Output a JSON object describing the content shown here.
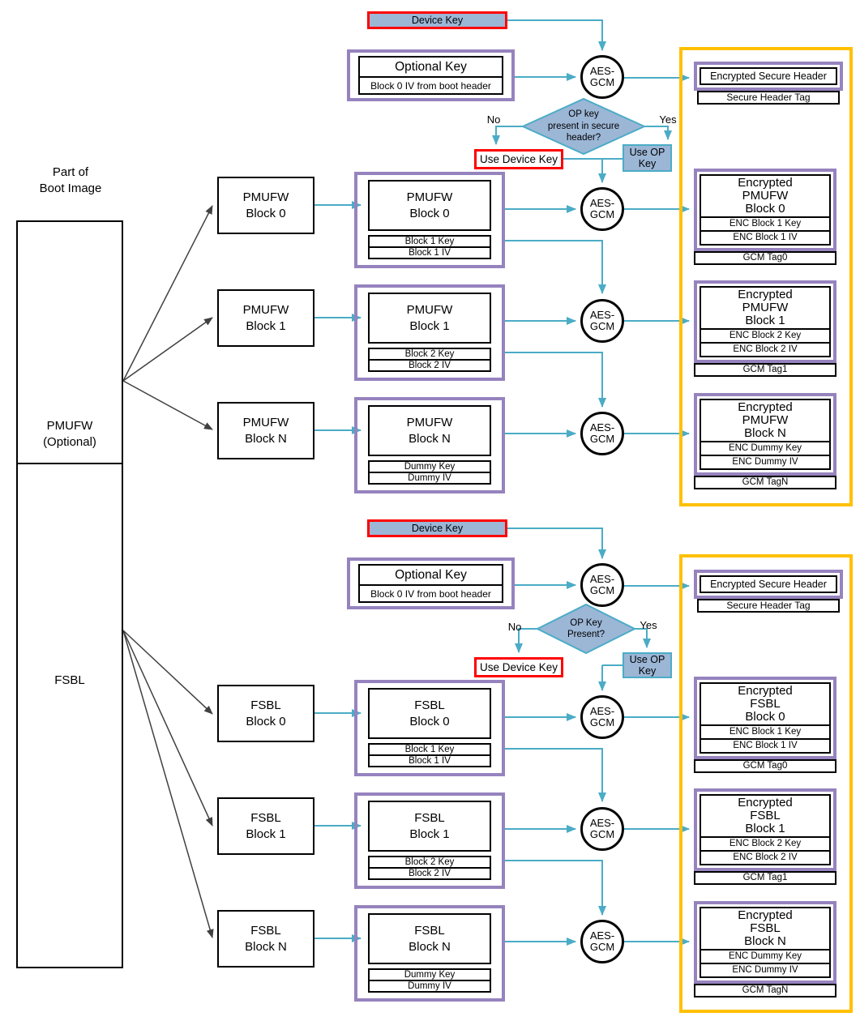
{
  "colors": {
    "connector": "#4BACC6",
    "key_fill": "#9CB6D6",
    "highlight_border": "#FF0000",
    "block_border": "#9683BE",
    "output_group_border": "#FFC000",
    "box_border": "#000000"
  },
  "sidebar": {
    "title": "Part of\nBoot Image",
    "segment1_label": "PMUFW\n(Optional)",
    "segment2_label": "FSBL"
  },
  "sections": [
    {
      "device_key_label": "Device Key",
      "optional_key_title": "Optional Key",
      "optional_key_subtitle": "Block 0 IV from boot header",
      "aes_header_label": "AES-\nGCM",
      "decision_text": "OP key\npresent in secure\nheader?",
      "no_label": "No",
      "yes_label": "Yes",
      "use_device_key_label": "Use Device Key",
      "use_op_key_label": "Use OP\nKey",
      "encrypted_header_title": "Encrypted Secure Header",
      "encrypted_header_tag": "Secure Header Tag",
      "rows": [
        {
          "source_label": "PMUFW\nBlock 0",
          "stage_title": "PMUFW\nBlock 0",
          "stage_key": "Block 1 Key",
          "stage_iv": "Block 1 IV",
          "aes_label": "AES-\nGCM",
          "output_title": "Encrypted\nPMUFW\nBlock 0",
          "output_key": "ENC Block 1 Key",
          "output_iv": "ENC Block 1 IV",
          "output_tag": "GCM Tag0"
        },
        {
          "source_label": "PMUFW\nBlock 1",
          "stage_title": "PMUFW\nBlock 1",
          "stage_key": "Block 2 Key",
          "stage_iv": "Block 2 IV",
          "aes_label": "AES-\nGCM",
          "output_title": "Encrypted\nPMUFW\nBlock 1",
          "output_key": "ENC Block 2 Key",
          "output_iv": "ENC Block 2 IV",
          "output_tag": "GCM Tag1"
        },
        {
          "source_label": "PMUFW\nBlock N",
          "stage_title": "PMUFW\nBlock N",
          "stage_key": "Dummy Key",
          "stage_iv": "Dummy IV",
          "aes_label": "AES-\nGCM",
          "output_title": "Encrypted\nPMUFW\nBlock N",
          "output_key": "ENC Dummy Key",
          "output_iv": "ENC Dummy IV",
          "output_tag": "GCM TagN"
        }
      ]
    },
    {
      "device_key_label": "Device Key",
      "optional_key_title": "Optional Key",
      "optional_key_subtitle": "Block 0 IV from boot header",
      "aes_header_label": "AES-\nGCM",
      "decision_text": "OP Key\nPresent?",
      "no_label": "No",
      "yes_label": "Yes",
      "use_device_key_label": "Use Device Key",
      "use_op_key_label": "Use OP\nKey",
      "encrypted_header_title": "Encrypted Secure Header",
      "encrypted_header_tag": "Secure Header Tag",
      "rows": [
        {
          "source_label": "FSBL\nBlock 0",
          "stage_title": "FSBL\nBlock 0",
          "stage_key": "Block 1 Key",
          "stage_iv": "Block 1 IV",
          "aes_label": "AES-\nGCM",
          "output_title": "Encrypted\nFSBL\nBlock 0",
          "output_key": "ENC Block 1 Key",
          "output_iv": "ENC Block 1 IV",
          "output_tag": "GCM Tag0"
        },
        {
          "source_label": "FSBL\nBlock 1",
          "stage_title": "FSBL\nBlock 1",
          "stage_key": "Block 2 Key",
          "stage_iv": "Block 2 IV",
          "aes_label": "AES-\nGCM",
          "output_title": "Encrypted\nFSBL\nBlock 1",
          "output_key": "ENC Block 2 Key",
          "output_iv": "ENC Block 2 IV",
          "output_tag": "GCM Tag1"
        },
        {
          "source_label": "FSBL\nBlock N",
          "stage_title": "FSBL\nBlock N",
          "stage_key": "Dummy Key",
          "stage_iv": "Dummy IV",
          "aes_label": "AES-\nGCM",
          "output_title": "Encrypted\nFSBL\nBlock N",
          "output_key": "ENC Dummy Key",
          "output_iv": "ENC Dummy IV",
          "output_tag": "GCM TagN"
        }
      ]
    }
  ]
}
